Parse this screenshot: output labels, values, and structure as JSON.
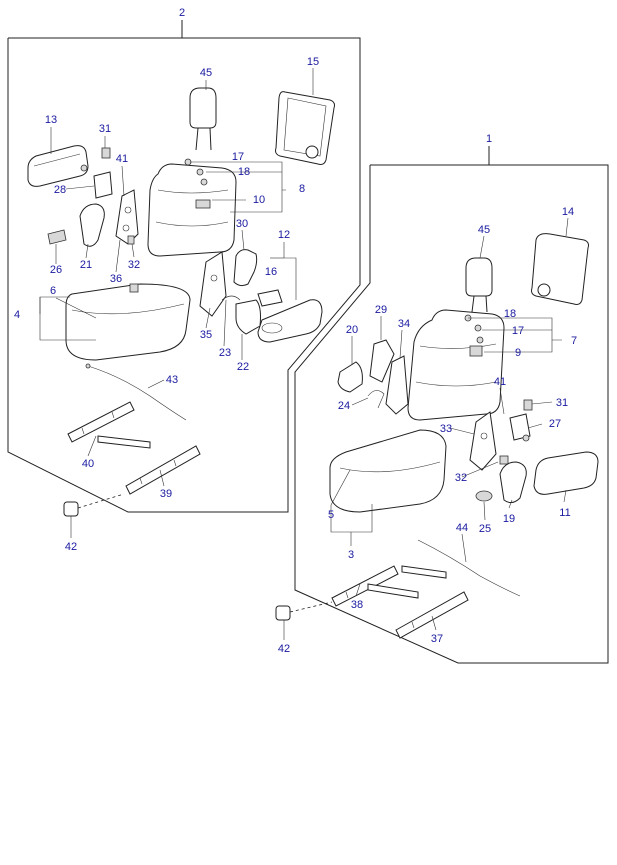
{
  "diagram": {
    "group_labels": {
      "left_assembly": "2",
      "right_assembly": "1"
    },
    "callouts": [
      {
        "id": "c-45-left",
        "text": "45"
      },
      {
        "id": "c-15",
        "text": "15"
      },
      {
        "id": "c-13",
        "text": "13"
      },
      {
        "id": "c-31-left",
        "text": "31"
      },
      {
        "id": "c-41-left",
        "text": "41"
      },
      {
        "id": "c-28",
        "text": "28"
      },
      {
        "id": "c-17-left",
        "text": "17"
      },
      {
        "id": "c-18-left",
        "text": "18"
      },
      {
        "id": "c-8",
        "text": "8"
      },
      {
        "id": "c-10",
        "text": "10"
      },
      {
        "id": "c-26",
        "text": "26"
      },
      {
        "id": "c-21",
        "text": "21"
      },
      {
        "id": "c-36",
        "text": "36"
      },
      {
        "id": "c-32-left",
        "text": "32"
      },
      {
        "id": "c-30",
        "text": "30"
      },
      {
        "id": "c-12",
        "text": "12"
      },
      {
        "id": "c-16",
        "text": "16"
      },
      {
        "id": "c-6",
        "text": "6"
      },
      {
        "id": "c-4",
        "text": "4"
      },
      {
        "id": "c-35",
        "text": "35"
      },
      {
        "id": "c-23",
        "text": "23"
      },
      {
        "id": "c-22",
        "text": "22"
      },
      {
        "id": "c-43",
        "text": "43"
      },
      {
        "id": "c-40",
        "text": "40"
      },
      {
        "id": "c-39",
        "text": "39"
      },
      {
        "id": "c-42-left",
        "text": "42"
      },
      {
        "id": "c-14",
        "text": "14"
      },
      {
        "id": "c-45-right",
        "text": "45"
      },
      {
        "id": "c-29",
        "text": "29"
      },
      {
        "id": "c-20",
        "text": "20"
      },
      {
        "id": "c-34",
        "text": "34"
      },
      {
        "id": "c-18-right",
        "text": "18"
      },
      {
        "id": "c-17-right",
        "text": "17"
      },
      {
        "id": "c-7",
        "text": "7"
      },
      {
        "id": "c-9",
        "text": "9"
      },
      {
        "id": "c-24",
        "text": "24"
      },
      {
        "id": "c-41-right",
        "text": "41"
      },
      {
        "id": "c-31-right",
        "text": "31"
      },
      {
        "id": "c-33",
        "text": "33"
      },
      {
        "id": "c-27",
        "text": "27"
      },
      {
        "id": "c-32-right",
        "text": "32"
      },
      {
        "id": "c-5",
        "text": "5"
      },
      {
        "id": "c-25",
        "text": "25"
      },
      {
        "id": "c-19",
        "text": "19"
      },
      {
        "id": "c-11",
        "text": "11"
      },
      {
        "id": "c-44",
        "text": "44"
      },
      {
        "id": "c-3",
        "text": "3"
      },
      {
        "id": "c-38",
        "text": "38"
      },
      {
        "id": "c-37",
        "text": "37"
      },
      {
        "id": "c-42-right",
        "text": "42"
      }
    ]
  }
}
